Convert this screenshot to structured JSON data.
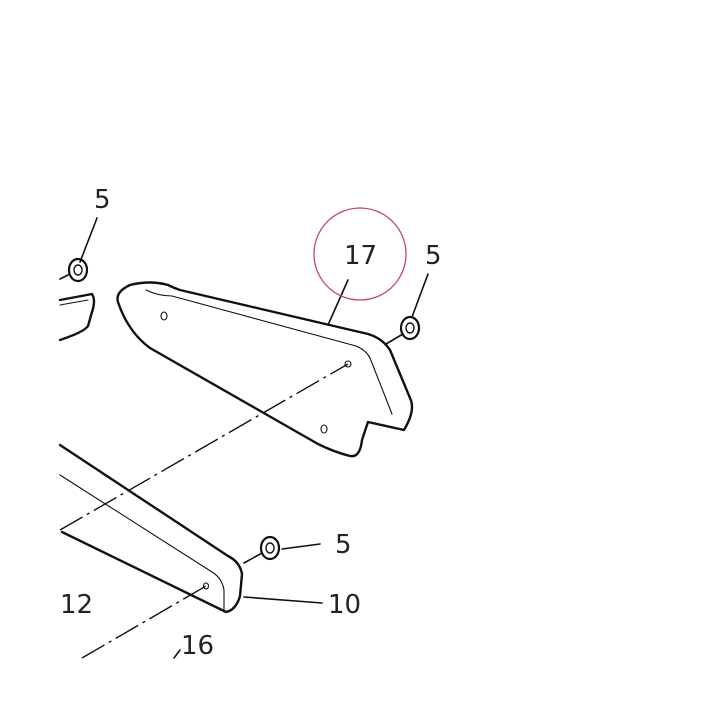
{
  "callouts": {
    "washer_top_left": "5",
    "washer_top_right": "5",
    "washer_bottom": "5",
    "bracket": "17",
    "rail": "10",
    "left_part": "12",
    "bottom_part": "16"
  },
  "highlight": {
    "target": "17",
    "color": "#c0485a"
  }
}
